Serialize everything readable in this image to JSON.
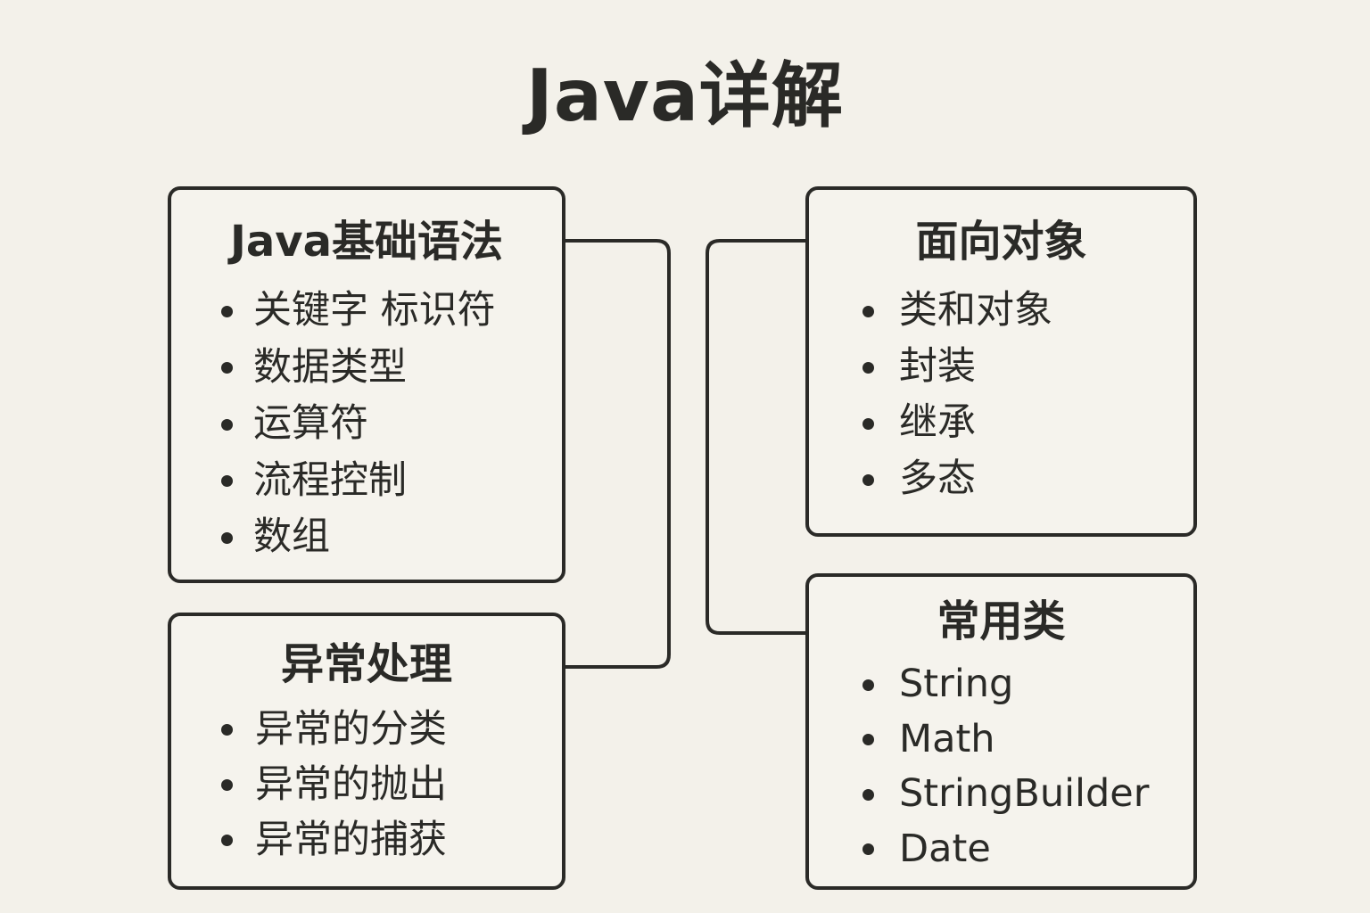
{
  "title": "Java详解",
  "boxes": [
    {
      "title": "Java基础语法",
      "items": [
        "关键字 标识符",
        "数据类型",
        "运算符",
        "流程控制",
        "数组"
      ]
    },
    {
      "title": "异常处理",
      "items": [
        "异常的分类",
        "异常的抛出",
        "异常的捕获"
      ]
    },
    {
      "title": "面向对象",
      "items": [
        "类和对象",
        "封装",
        "继承",
        "多态"
      ]
    },
    {
      "title": "常用类",
      "items": [
        "String",
        "Math",
        "StringBuilder",
        "Date"
      ]
    }
  ]
}
